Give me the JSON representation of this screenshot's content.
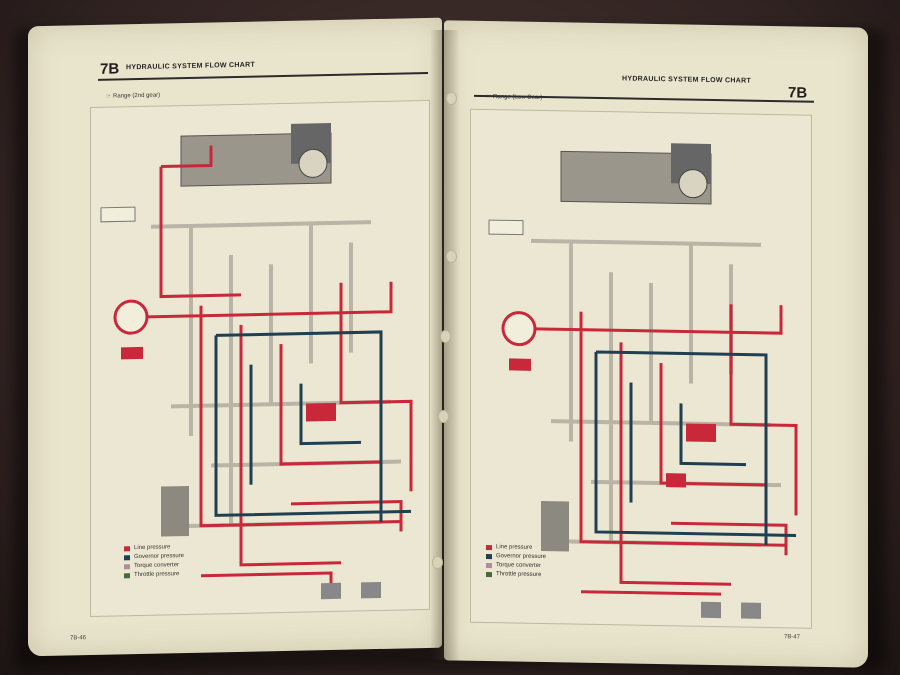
{
  "left_page": {
    "chapter": "7B",
    "title": "HYDRAULIC SYSTEM FLOW CHART",
    "range": "Range (2nd gear)",
    "page_number": "7B-46",
    "legend": [
      {
        "label": "Line pressure",
        "color": "#c8283a"
      },
      {
        "label": "Governor pressure",
        "color": "#1f3f52"
      },
      {
        "label": "Torque converter",
        "color": "#b08aa0"
      },
      {
        "label": "Throttle pressure",
        "color": "#4a6a3a"
      }
    ]
  },
  "right_page": {
    "chapter": "7B",
    "title": "HYDRAULIC SYSTEM FLOW CHART",
    "range": "Range (Low Gear)",
    "page_number": "7B-47",
    "legend": [
      {
        "label": "Line pressure",
        "color": "#c8283a"
      },
      {
        "label": "Governor pressure",
        "color": "#1f3f52"
      },
      {
        "label": "Torque converter",
        "color": "#b08aa0"
      },
      {
        "label": "Throttle pressure",
        "color": "#4a6a3a"
      }
    ]
  },
  "colors": {
    "paper": "#e9e4cc",
    "line_pressure": "#c8283a",
    "governor": "#1f3f52",
    "diagram_gray": "#b9b4a6"
  }
}
